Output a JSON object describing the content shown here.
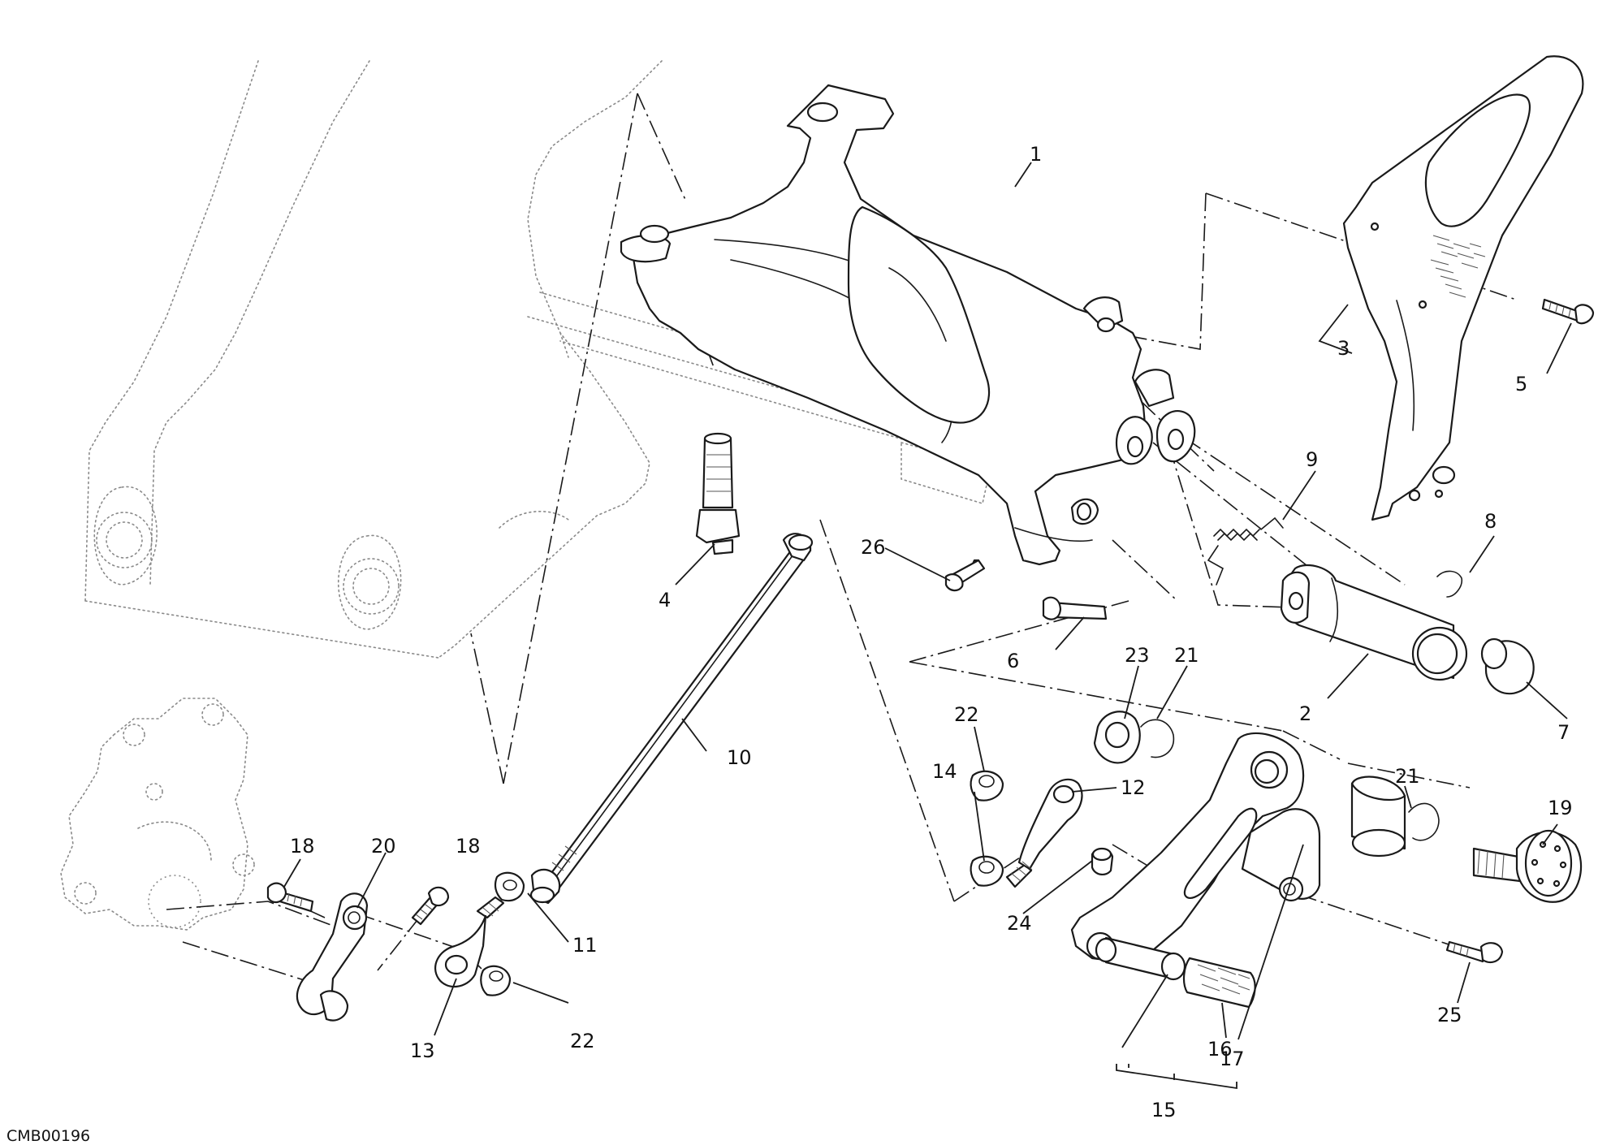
{
  "diagram": {
    "drawing_code": "CMB00196",
    "callouts": [
      "1",
      "2",
      "3",
      "4",
      "5",
      "6",
      "7",
      "8",
      "9",
      "10",
      "11",
      "12",
      "13",
      "14",
      "15",
      "16",
      "17",
      "18",
      "18",
      "19",
      "20",
      "21",
      "21",
      "22",
      "22",
      "23",
      "24",
      "25",
      "26"
    ]
  }
}
